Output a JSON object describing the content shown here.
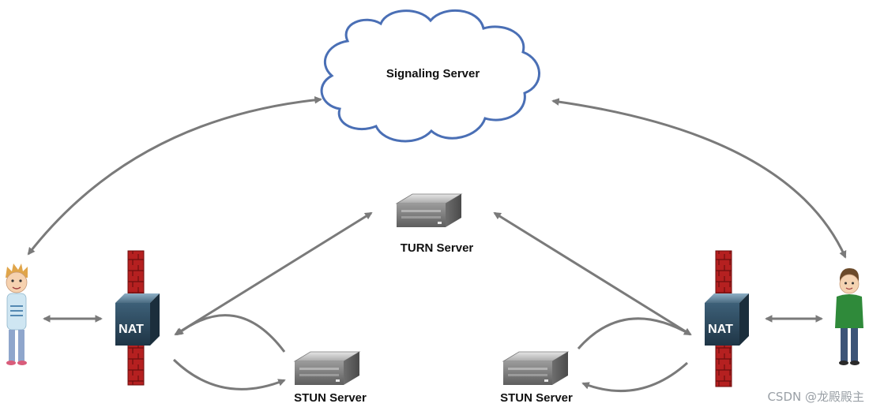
{
  "diagram": {
    "signaling_label": "Signaling Server",
    "turn_label": "TURN Server",
    "stun_left_label": "STUN Server",
    "stun_right_label": "STUN Server",
    "nat_left_label": "NAT",
    "nat_right_label": "NAT",
    "watermark": "CSDN @龙殿殿主"
  },
  "colors": {
    "cloud_stroke": "#4a6fb5",
    "arrow": "#7a7a7a",
    "firewall": "#b52020",
    "nat_box": "#2e4a5e",
    "server": "#8c8c8c"
  },
  "icons": {
    "signaling": "cloud-icon",
    "turn": "server-icon",
    "stun": "server-icon",
    "nat": "nat-router-icon",
    "firewall": "firewall-icon",
    "left_user": "person-icon",
    "right_user": "person-icon"
  }
}
